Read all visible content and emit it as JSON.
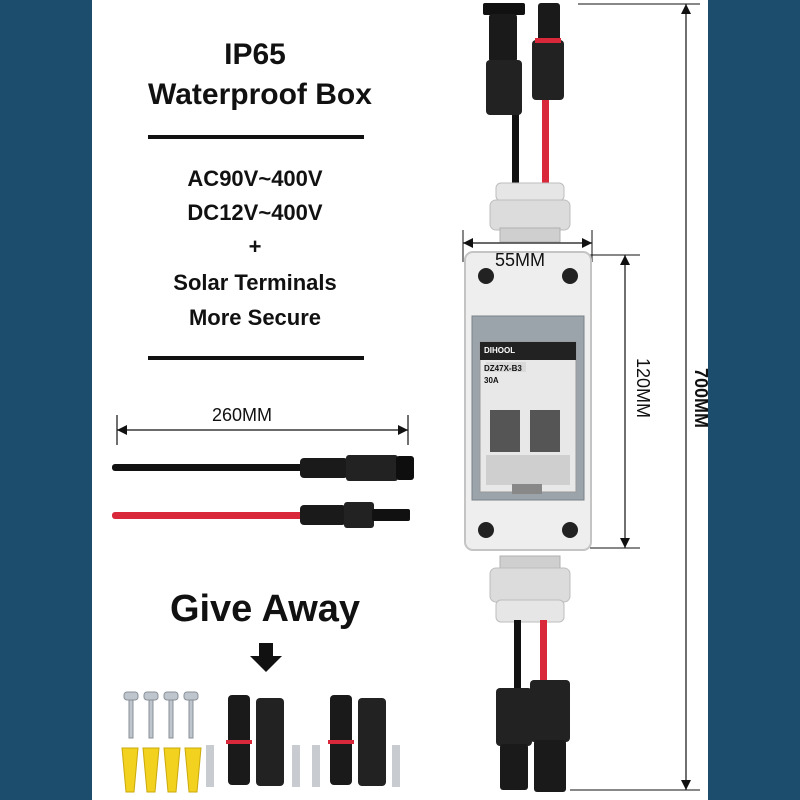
{
  "heading": {
    "line1": "IP65",
    "line2": "Waterproof Box"
  },
  "specs": [
    "AC90V~400V",
    "DC12V~400V",
    "+",
    "Solar Terminals",
    "More Secure"
  ],
  "dimensions": {
    "cable_length": "260MM",
    "box_width": "55MM",
    "box_height": "120MM",
    "total_height": "700MM"
  },
  "giveaway": {
    "label": "Give Away"
  },
  "breaker": {
    "brand": "DIHOOL",
    "model": "DZ47X-B3",
    "rating": "30A"
  },
  "colors": {
    "background": "#1c4d6c",
    "panel": "#ffffff",
    "cable_red": "#d8283a",
    "cable_black": "#111111",
    "anchor_yellow": "#f2d21e"
  }
}
